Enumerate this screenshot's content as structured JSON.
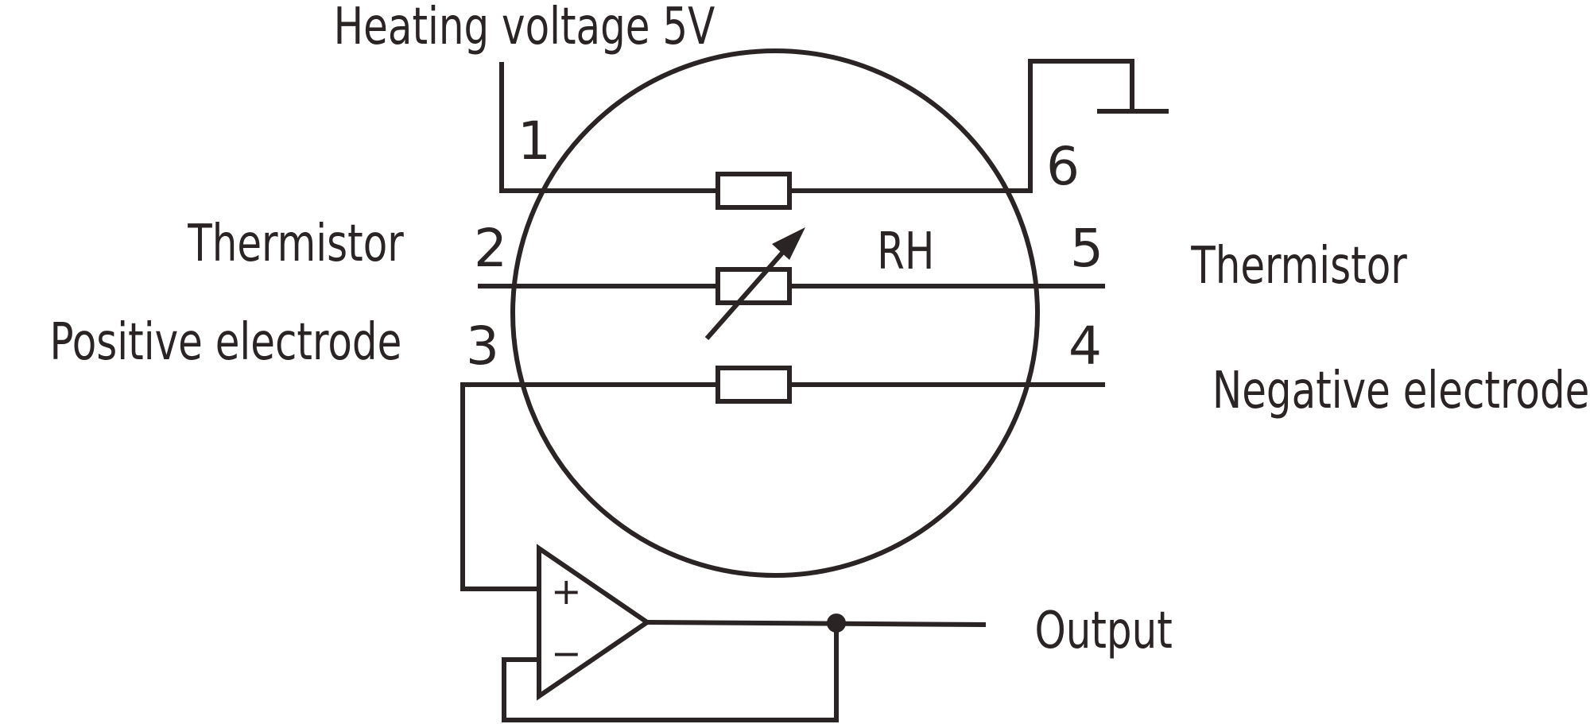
{
  "labels": {
    "heating_voltage": "Heating voltage 5V",
    "thermistor_left": "Thermistor",
    "positive_electrode": "Positive electrode",
    "thermistor_right": "Thermistor",
    "negative_electrode": "Negative electrode",
    "rh": "RH",
    "output": "Output"
  },
  "pins": [
    "1",
    "2",
    "3",
    "4",
    "5",
    "6"
  ],
  "opamp": {
    "plus": "+",
    "minus": "−"
  },
  "colors": {
    "ink": "#2b2424",
    "background": "#ffffff"
  }
}
